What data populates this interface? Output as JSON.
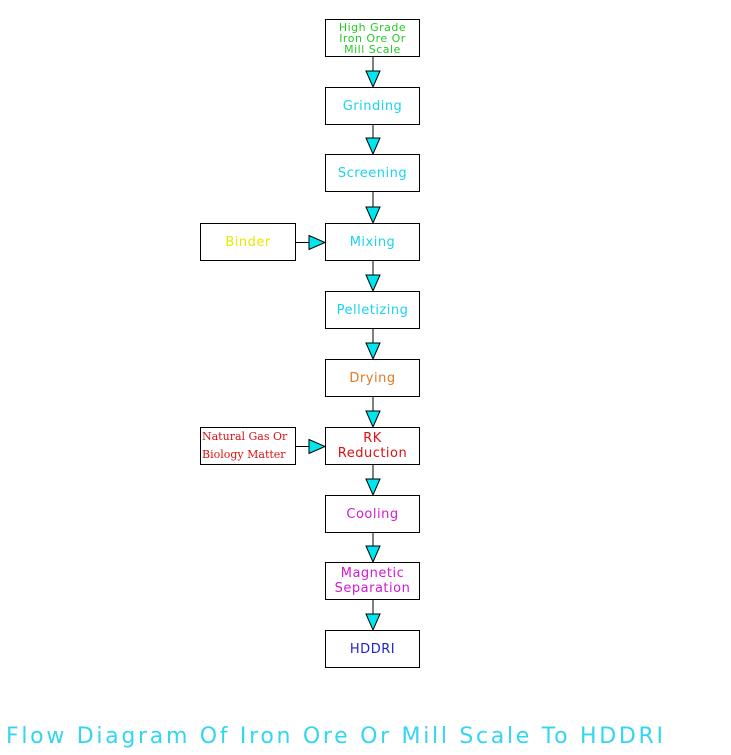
{
  "colors": {
    "green": "#22cc22",
    "cyan": "#19d3ef",
    "yellow": "#e8e800",
    "orange": "#e07a22",
    "red": "#dd1111",
    "magenta": "#d21ad2",
    "blue": "#2222cc",
    "arrow_fill": "#00e6ef"
  },
  "nodes": {
    "raw_material": {
      "lines": [
        "High Grade",
        "Iron Ore Or",
        "Mill Scale"
      ]
    },
    "grinding": {
      "label": "Grinding"
    },
    "screening": {
      "label": "Screening"
    },
    "binder": {
      "label": "Binder"
    },
    "mixing": {
      "label": "Mixing"
    },
    "pelletizing": {
      "label": "Pelletizing"
    },
    "drying": {
      "label": "Drying"
    },
    "fuel": {
      "lines": [
        "Natural Gas Or",
        "Biology Matter"
      ]
    },
    "rk_reduction": {
      "lines": [
        "RK",
        "Reduction"
      ]
    },
    "cooling": {
      "label": "Cooling"
    },
    "magnetic_separation": {
      "lines": [
        "Magnetic",
        "Separation"
      ]
    },
    "hddri": {
      "label": "HDDRI"
    }
  },
  "edges": [
    [
      "raw_material",
      "grinding"
    ],
    [
      "grinding",
      "screening"
    ],
    [
      "screening",
      "mixing"
    ],
    [
      "binder",
      "mixing"
    ],
    [
      "mixing",
      "pelletizing"
    ],
    [
      "pelletizing",
      "drying"
    ],
    [
      "drying",
      "rk_reduction"
    ],
    [
      "fuel",
      "rk_reduction"
    ],
    [
      "rk_reduction",
      "cooling"
    ],
    [
      "cooling",
      "magnetic_separation"
    ],
    [
      "magnetic_separation",
      "hddri"
    ]
  ],
  "caption": "Flow Diagram Of Iron Ore Or Mill Scale To HDDRI"
}
